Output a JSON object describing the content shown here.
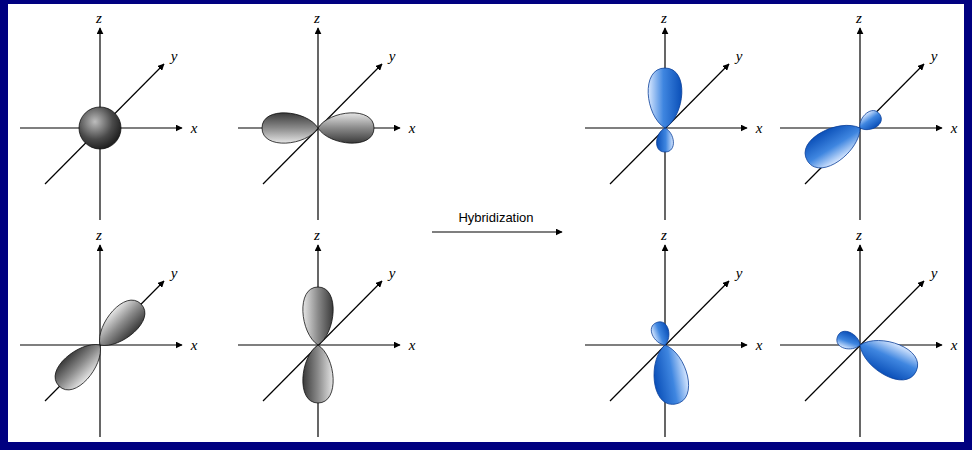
{
  "diagram": {
    "labels": [
      "z",
      "y",
      "x",
      "z",
      "y",
      "x",
      "z",
      "y",
      "x",
      "z",
      "y",
      "x",
      "Hybridization",
      "z",
      "y",
      "x",
      "z",
      "y",
      "x",
      "z",
      "y",
      "x",
      "z",
      "y",
      "x"
    ]
  }
}
